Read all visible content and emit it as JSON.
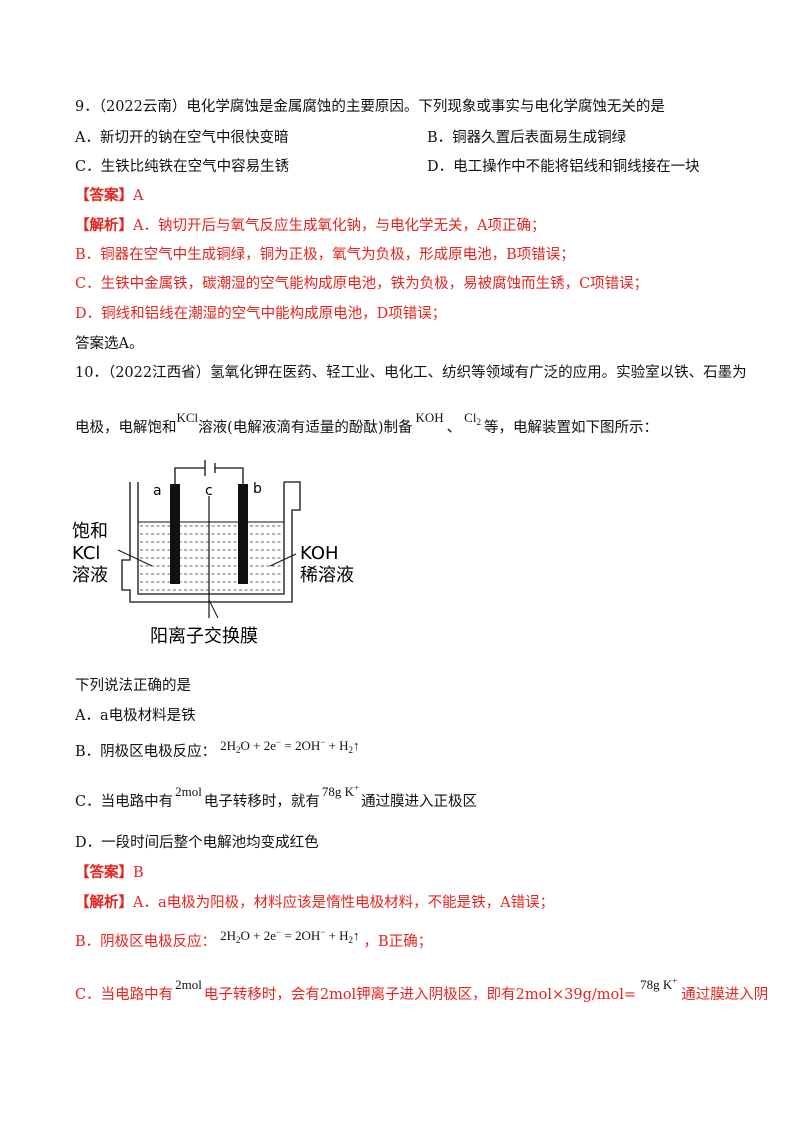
{
  "q9": {
    "stem": "9．（2022云南）电化学腐蚀是金属腐蚀的主要原因。下列现象或事实与电化学腐蚀无关的是",
    "optA": "A．新切开的钠在空气中很快变暗",
    "optB": "B．铜器久置后表面易生成铜绿",
    "optC": "C．生铁比纯铁在空气中容易生锈",
    "optD": "D．电工操作中不能将铝线和铜线接在一块",
    "answer_tag": "【答案】",
    "answer": "A",
    "analysis_tag": "【解析】",
    "analysis_a": "A．钠切开后与氧气反应生成氧化钠，与电化学无关，A项正确；",
    "analysis_b": "B．铜器在空气中生成铜绿，铜为正极，氧气为负极，形成原电池，B项错误；",
    "analysis_c": "C．生铁中金属铁，碳潮湿的空气能构成原电池，铁为负极，易被腐蚀而生锈，C项错误；",
    "analysis_d": "D．铜线和铝线在潮湿的空气中能构成原电池，D项错误；",
    "conclusion": "答案选A。"
  },
  "q10": {
    "stem1": "10．（2022江西省）氢氧化钾在医药、轻工业、电化工、纺织等领域有广泛的应用。实验室以铁、石墨为",
    "stem2_a": "电极，电解饱和",
    "kcl": "KCl",
    "stem2_b": "溶液(电解液滴有适量的酚酞)制备",
    "koh": "KOH",
    "sep": "、",
    "cl2": "Cl",
    "cl2_sub": "2",
    "stem2_c": "等，电解装置如下图所示：",
    "diagram": {
      "label_a": "a",
      "label_c": "c",
      "label_b": "b",
      "left_label_1": "饱和",
      "left_label_2": "KCl",
      "left_label_3": "溶液",
      "right_label_1": "KOH",
      "right_label_2": "稀溶液",
      "membrane_label": "阳离子交换膜"
    },
    "question": "下列说法正确的是",
    "optA": "A．a电极材料是铁",
    "optB_prefix": "B．阴极区电极反应：",
    "optC_a": "C．当电路中有",
    "mol2": "2mol",
    "optC_b": "电子转移时，就有",
    "k78": "78g K",
    "k_sup": "+",
    "optC_c": "通过膜进入正极区",
    "optD": "D．一段时间后整个电解池均变成红色",
    "answer_tag": "【答案】",
    "answer": "B",
    "analysis_tag": "【解析】",
    "analysis_a": "A．a电极为阳极，材料应该是惰性电极材料，不能是铁，A错误；",
    "analysis_b_prefix": "B．阴极区电极反应：",
    "analysis_b_suffix": "，B正确；",
    "analysis_c_a": "C．当电路中有",
    "analysis_c_b": "电子转移时，会有2mol钾离子进入阴极区，即有2mol×39g/mol=",
    "analysis_c_c": "通过膜进入阴"
  },
  "formula": {
    "lhs_1": "2H",
    "lhs_sub": "2",
    "lhs_2": "O + 2e",
    "e_sup": "−",
    "eq": " = 2OH",
    "oh_sup": "−",
    "rhs_1": " + H",
    "rhs_sub": "2",
    "arrow": "↑"
  }
}
